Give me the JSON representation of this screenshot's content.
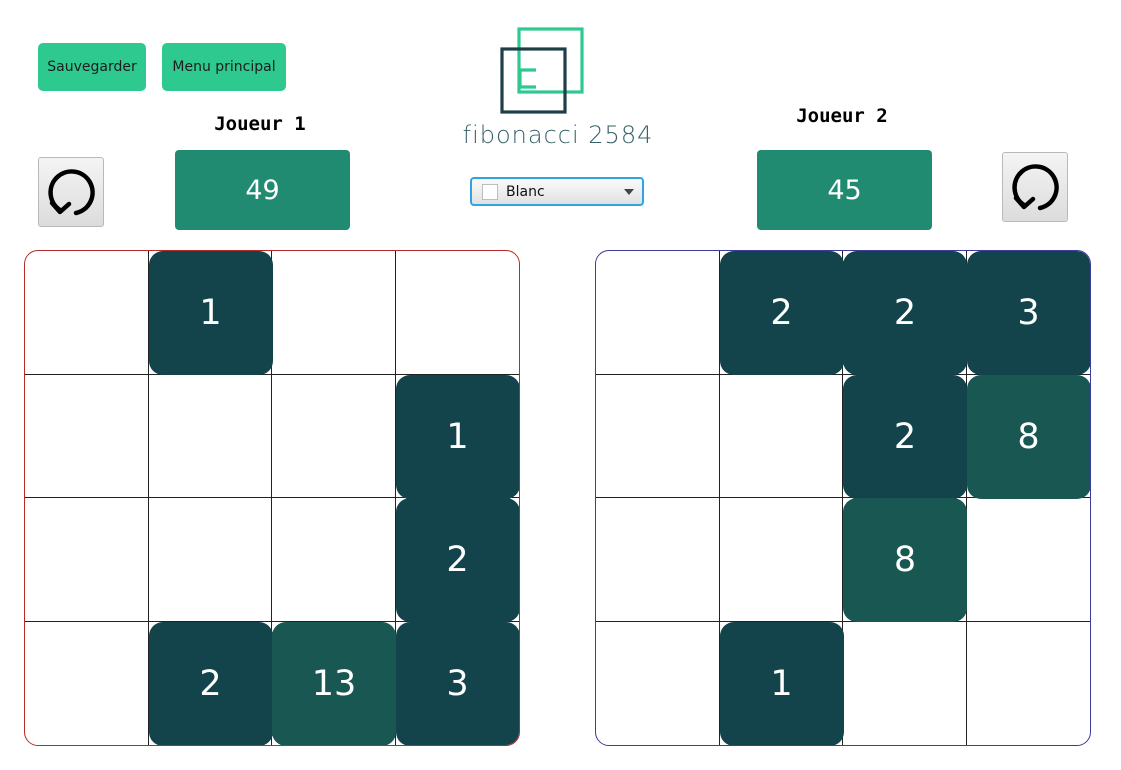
{
  "toolbar": {
    "save_label": "Sauvegarder",
    "menu_label": "Menu principal"
  },
  "logo": {
    "text": "fibonacci 2584"
  },
  "color_select": {
    "selected": "Blanc"
  },
  "colors": {
    "button": "#2ec98f",
    "score_box": "#208b71",
    "tile_dark": "#13444b",
    "tile_medium": "#185752",
    "board1_border": "#b52b2b",
    "board2_border": "#3d3b9c"
  },
  "players": [
    {
      "label": "Joueur 1",
      "score": "49",
      "reset_icon": "rotate-icon",
      "grid": [
        [
          "",
          "1",
          "",
          ""
        ],
        [
          "",
          "",
          "",
          "1"
        ],
        [
          "",
          "",
          "",
          "2"
        ],
        [
          "",
          "2",
          "13",
          "3"
        ]
      ]
    },
    {
      "label": "Joueur 2",
      "score": "45",
      "reset_icon": "rotate-icon",
      "grid": [
        [
          "",
          "2",
          "2",
          "3"
        ],
        [
          "",
          "",
          "2",
          "8"
        ],
        [
          "",
          "",
          "8",
          ""
        ],
        [
          "",
          "1",
          "",
          ""
        ]
      ]
    }
  ]
}
